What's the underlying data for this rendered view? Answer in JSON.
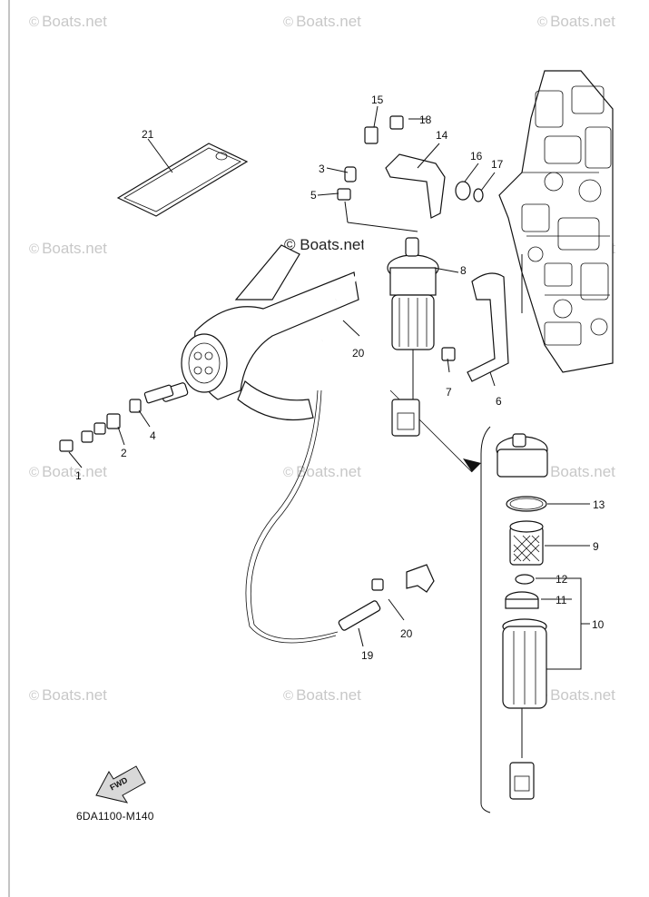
{
  "watermark_text": "Boats.net",
  "watermark_symbol": "©",
  "copyright_label": "© Boats.net",
  "diagram_code": "6DA1100-M140",
  "fwd_label": "FWD",
  "callouts": [
    "1",
    "2",
    "3",
    "4",
    "5",
    "6",
    "7",
    "8",
    "9",
    "10",
    "11",
    "12",
    "13",
    "14",
    "15",
    "16",
    "17",
    "18",
    "19",
    "20",
    "20",
    "21"
  ]
}
